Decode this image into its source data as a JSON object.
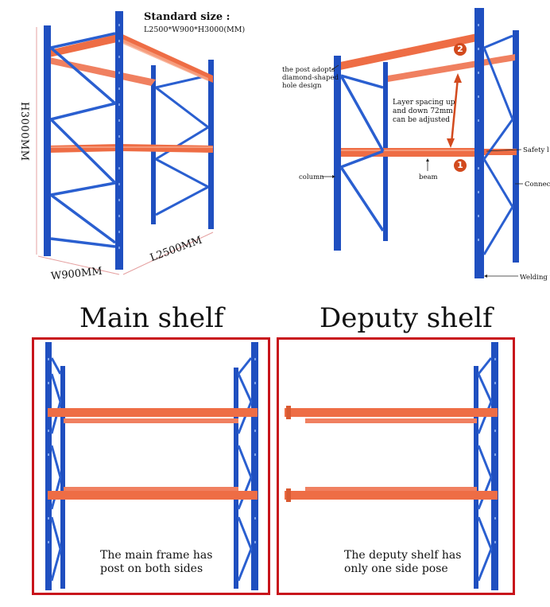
{
  "standard": {
    "title": "Standard size :",
    "size": "L2500*W900*H3000(MM)"
  },
  "dimensions": {
    "height": "H3000MM",
    "width": "W900MM",
    "length": "L2500MM"
  },
  "annotations": {
    "post_line1": "the post adopts",
    "post_line2": "diamond-shaped",
    "post_line3": "hole design",
    "layer_line1": "Layer spacing up",
    "layer_line2": "and down 72mm",
    "layer_line3": "can be adjusted",
    "column": "column",
    "beam": "beam",
    "safety": "Safety l",
    "connect": "Connect",
    "welding": "Welding t",
    "badge1": "1",
    "badge2": "2"
  },
  "sections": {
    "main_title": "Main shelf",
    "deputy_title": "Deputy shelf",
    "main_caption_line1": "The main frame has",
    "main_caption_line2": "post on both sides",
    "deputy_caption_line1": "The deputy shelf has",
    "deputy_caption_line2": "only one side pose"
  },
  "colors": {
    "upright": "#1f4fc0",
    "upright_dark": "#15368a",
    "beam": "#ee6d45",
    "beam_light": "#f7a78a",
    "frame_border": "#c8141b",
    "arrow": "#d24a1e"
  }
}
